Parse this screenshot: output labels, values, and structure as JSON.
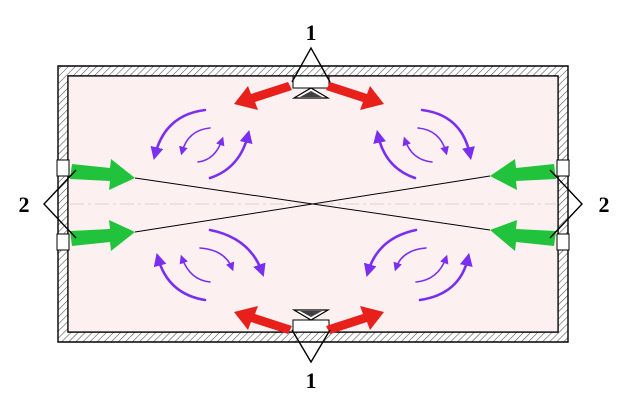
{
  "labels": {
    "supply_top": "1",
    "supply_bottom": "1",
    "exhaust_left": "2",
    "exhaust_right": "2"
  },
  "colors": {
    "supply_jet": "#e8201c",
    "exhaust_jet": "#22c33c",
    "recirculation": "#7a2ff0",
    "room_fill": "#fdf0f0"
  },
  "icons": {
    "supply_diffuser": "triangle-diffuser-icon",
    "supply_jet": "red-arrow-icon",
    "exhaust_jet": "green-arrow-icon",
    "recirculation": "curved-arrow-icon"
  }
}
